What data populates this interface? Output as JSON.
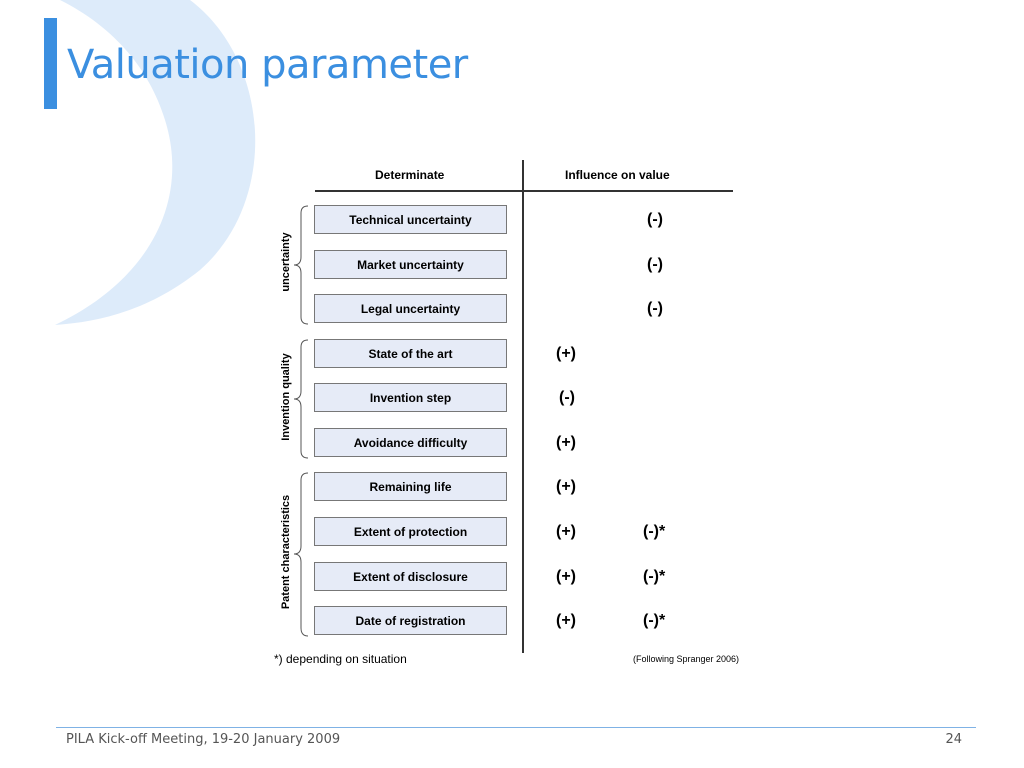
{
  "slide": {
    "title": "Valuation parameter",
    "footer": "PILA Kick-off Meeting, 19-20 January 2009",
    "page_number": "24"
  },
  "table": {
    "col_determinate": "Determinate",
    "col_influence": "Influence on value",
    "groups": [
      {
        "label": "uncertainty"
      },
      {
        "label": "Invention quality"
      },
      {
        "label": "Patent characteristics"
      }
    ],
    "rows": [
      {
        "label": "Technical uncertainty",
        "pos": "",
        "neg": "(-)"
      },
      {
        "label": "Market uncertainty",
        "pos": "",
        "neg": "(-)"
      },
      {
        "label": "Legal uncertainty",
        "pos": "",
        "neg": "(-)"
      },
      {
        "label": "State of the art",
        "pos": "(+)",
        "neg": ""
      },
      {
        "label": "Invention step",
        "pos": "(-)",
        "neg": ""
      },
      {
        "label": "Avoidance difficulty",
        "pos": "(+)",
        "neg": ""
      },
      {
        "label": "Remaining life",
        "pos": "(+)",
        "neg": ""
      },
      {
        "label": "Extent of protection",
        "pos": "(+)",
        "neg": "(-)*"
      },
      {
        "label": "Extent of disclosure",
        "pos": "(+)",
        "neg": "(-)*"
      },
      {
        "label": "Date of registration",
        "pos": "(+)",
        "neg": "(-)*"
      }
    ],
    "footnote": "*) depending on situation",
    "source": "(Following Spranger 2006)"
  },
  "colors": {
    "accent": "#3B8FE0",
    "decor": "#DDEBFA",
    "box_fill": "#E6EBF7"
  }
}
